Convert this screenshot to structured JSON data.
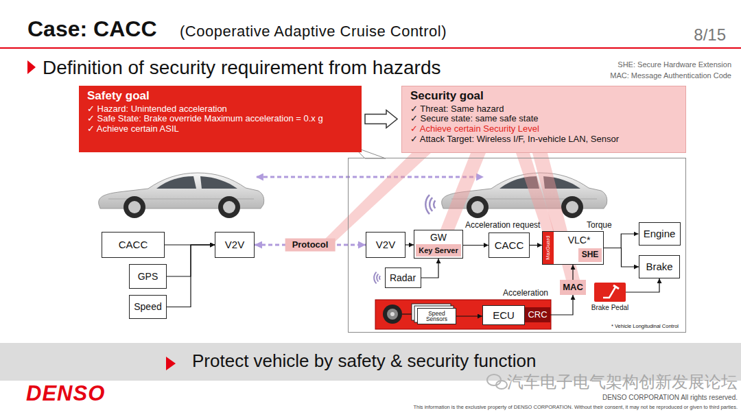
{
  "diagram": {
    "title": "Case: CACC",
    "nodes": [
      {
        "text": [
          "Safety goal",
          "✓ Hazard: Unintended acceleration",
          "✓ Safe State: Brake override Maximum acceleration = 0.x g",
          "✓ Achieve certain ASIL"
        ]
      },
      {
        "text": [
          "Security goal",
          "✓ Threat: Same hazard",
          "✓ Secure state: same safe state",
          "✓ Achieve certain Security Level",
          "✓ Attack Target: Wireless I/F, In-vehicle LAN, Sensor"
        ]
      },
      {
        "text": [
          "CACC"
        ]
      },
      {
        "text": [
          "GPS"
        ]
      },
      {
        "text": [
          "Speed"
        ]
      },
      {
        "text": [
          "V2V"
        ]
      },
      {
        "text": [
          "* Vehicle Longitudinal Control"
        ]
      },
      {
        "text": [
          "V2V"
        ],
        "in": 6
      },
      {
        "text": [
          "GW"
        ],
        "in": 6
      },
      {
        "text": [
          "Key Server"
        ],
        "in": 8
      },
      {
        "text": [
          "Radar"
        ],
        "in": 6
      },
      {
        "text": [
          "CACC"
        ],
        "in": 6
      },
      {
        "text": [
          "VLC*"
        ],
        "in": 6
      },
      {
        "text": [
          "MaxGuard"
        ],
        "in": 12
      },
      {
        "text": [
          "SHE"
        ],
        "in": 12
      },
      {
        "text": [
          "Engine"
        ],
        "in": 6
      },
      {
        "text": [
          "Brake"
        ],
        "in": 6
      },
      {
        "text": [
          "MAC"
        ],
        "in": 6
      },
      {
        "text": [
          "Brake Pedal"
        ],
        "in": 6
      },
      {
        "text": [
          "Speed Sensors"
        ],
        "in": 6
      },
      {
        "text": [
          "ECU"
        ],
        "in": 6
      },
      {
        "text": [
          "CRC"
        ],
        "in": 6
      }
    ],
    "edges": [
      {
        "from": 0,
        "to": 1,
        "arrow": "to"
      },
      {
        "from": 2,
        "to": 5,
        "arrow": "to"
      },
      {
        "from": 3,
        "to": 5,
        "arrow": "to"
      },
      {
        "from": 4,
        "to": 5,
        "arrow": "to"
      },
      {
        "from": 5,
        "to": 7,
        "label": "Protocol",
        "arrow": "both"
      },
      {
        "from": 7,
        "to": 8,
        "arrow": "to"
      },
      {
        "from": 8,
        "to": 11,
        "arrow": "to"
      },
      {
        "from": 10,
        "to": 8,
        "arrow": "to"
      },
      {
        "from": 11,
        "to": 12,
        "arrow": "to"
      },
      {
        "from": 12,
        "to": 15,
        "arrow": "to"
      },
      {
        "from": 12,
        "to": 16,
        "arrow": "to"
      },
      {
        "from": 18,
        "to": 16,
        "arrow": "to"
      },
      {
        "from": 21,
        "to": 17,
        "arrow": "to"
      },
      {
        "from": 17,
        "to": 12,
        "arrow": "to"
      },
      {
        "from": 19,
        "to": 20,
        "arrow": "to"
      }
    ],
    "labels": [
      "(Cooperative Adaptive Cruise Control)",
      "8/15",
      "Definition of security requirement from hazards",
      "SHE: Secure Hardware Extension",
      "MAC: Message Authentication Code",
      "Acceleration request",
      "Torque",
      "Acceleration",
      "Protect vehicle by safety & security function",
      "DENSO",
      "DENSO CORPORATION All rights reserved.",
      "This information is the exclusive property of DENSO CORPORATION. Without their consent, it may not be reproduced or given to third parties.",
      "汽车电子电气架构创新发展论坛"
    ]
  }
}
